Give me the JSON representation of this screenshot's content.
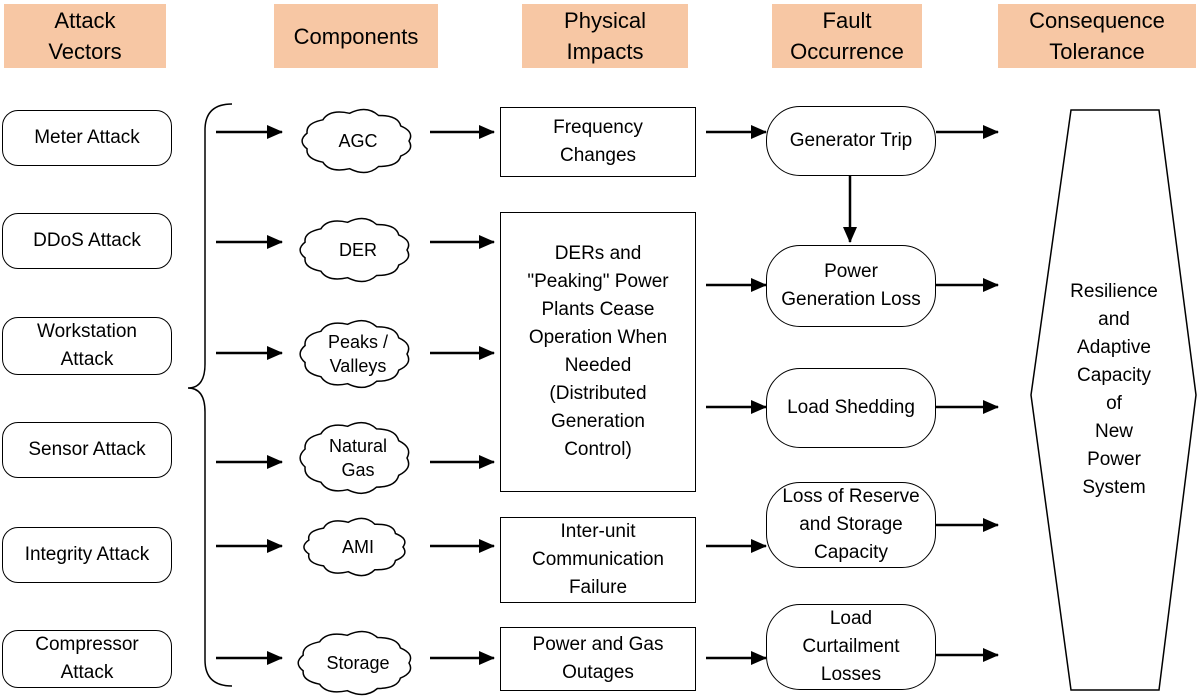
{
  "headers": {
    "attack_vectors": "Attack\nVectors",
    "components": "Components",
    "physical_impacts": "Physical\nImpacts",
    "fault_occurrence": "Fault\nOccurrence",
    "consequence_tolerance": "Consequence\nTolerance"
  },
  "attack_vectors": [
    "Meter Attack",
    "DDoS Attack",
    "Workstation\nAttack",
    "Sensor Attack",
    "Integrity Attack",
    "Compressor\nAttack"
  ],
  "components": [
    "AGC",
    "DER",
    "Peaks /\nValleys",
    "Natural\nGas",
    "AMI",
    "Storage"
  ],
  "physical_impacts": [
    "Frequency\nChanges",
    "DERs and\n\"Peaking\" Power\nPlants Cease\nOperation When\nNeeded\n(Distributed\nGeneration\nControl)",
    "Inter-unit\nCommunication\nFailure",
    "Power and Gas\nOutages"
  ],
  "faults": [
    "Generator Trip",
    "Power\nGeneration Loss",
    "Load Shedding",
    "Loss of Reserve\nand Storage\nCapacity",
    "Load\nCurtailment\nLosses"
  ],
  "consequence": "Resilience\nand\nAdaptive\nCapacity\nof\nNew\nPower\nSystem",
  "colors": {
    "header_fill": "#f7c7a4",
    "stroke": "#000000",
    "background": "#ffffff"
  }
}
